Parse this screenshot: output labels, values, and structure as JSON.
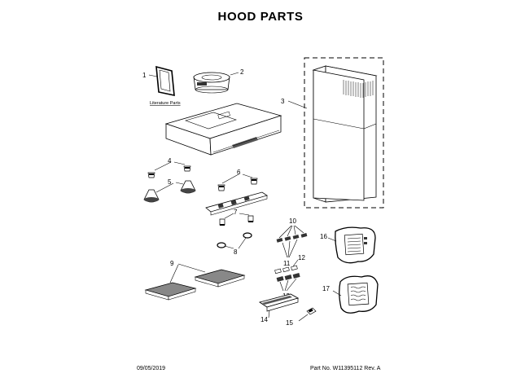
{
  "page": {
    "title": "HOOD PARTS",
    "date": "09/05/2019",
    "part_info": "Part No. W11395112 Rev. A"
  },
  "callouts": {
    "c1": "1",
    "c2": "2",
    "c3": "3",
    "c4": "4",
    "c5": "5",
    "c6": "6",
    "c7": "7",
    "c8": "8",
    "c9": "9",
    "c10": "10",
    "c11": "11",
    "c12": "12",
    "c13": "13",
    "c14": "14",
    "c15": "15",
    "c16": "16",
    "c17": "17"
  },
  "literature_label": "Literature Parts"
}
